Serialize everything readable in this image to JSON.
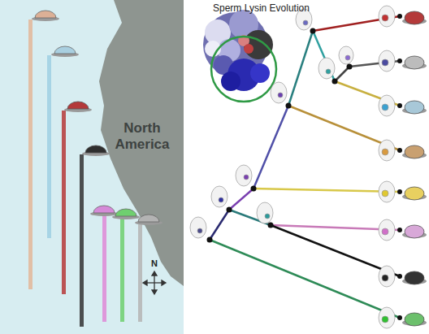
{
  "diagram": {
    "title": "Sperm Lysin Evolution",
    "labels": [
      "North America",
      "N"
    ]
  }
}
